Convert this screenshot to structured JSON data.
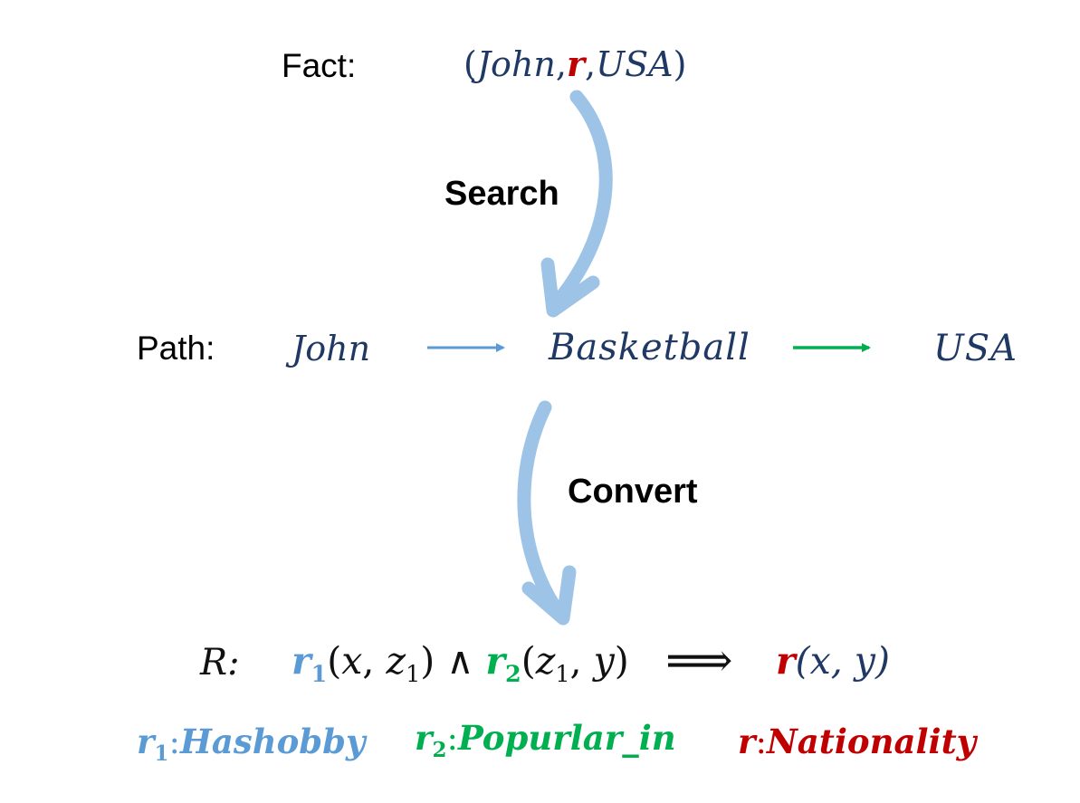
{
  "fact": {
    "label": "Fact:",
    "open_paren": "(",
    "head": "John",
    "comma1": ",",
    "relation": "r",
    "comma2": ",",
    "tail": "USA",
    "close_paren": ")"
  },
  "steps": {
    "search": "Search",
    "convert": "Convert"
  },
  "path": {
    "label": "Path:",
    "nodes": [
      "John",
      "Basketball",
      "USA"
    ]
  },
  "rule": {
    "label": "R:",
    "r1": "r",
    "r1_sub": "1",
    "r1_args_open": "(",
    "r1_x": "x",
    "r1_comma": ",",
    "r1_z": "z",
    "r1_z_sub": "1",
    "r1_args_close": ")",
    "and": "∧",
    "r2": "r",
    "r2_sub": "2",
    "r2_args_open": "(",
    "r2_z": "z",
    "r2_z_sub": "1",
    "r2_comma": ",",
    "r2_y": "y",
    "r2_args_close": ")",
    "implies": "⟹",
    "head_r": "r",
    "head_args": "(x, y)"
  },
  "legend": [
    {
      "sym": "r",
      "sub": "1",
      "sep": ":",
      "name": "Hashobby"
    },
    {
      "sym": "r",
      "sub": "2",
      "sep": ":",
      "name": "Popurlar_in"
    },
    {
      "sym": "r",
      "sub": "",
      "sep": ":",
      "name": "Nationality"
    }
  ],
  "colors": {
    "navy": "#1f3864",
    "relation_red": "#c00000",
    "r1_blue": "#5b9bd5",
    "r2_green": "#00b050",
    "curve_arrow": "#9dc3e6"
  }
}
